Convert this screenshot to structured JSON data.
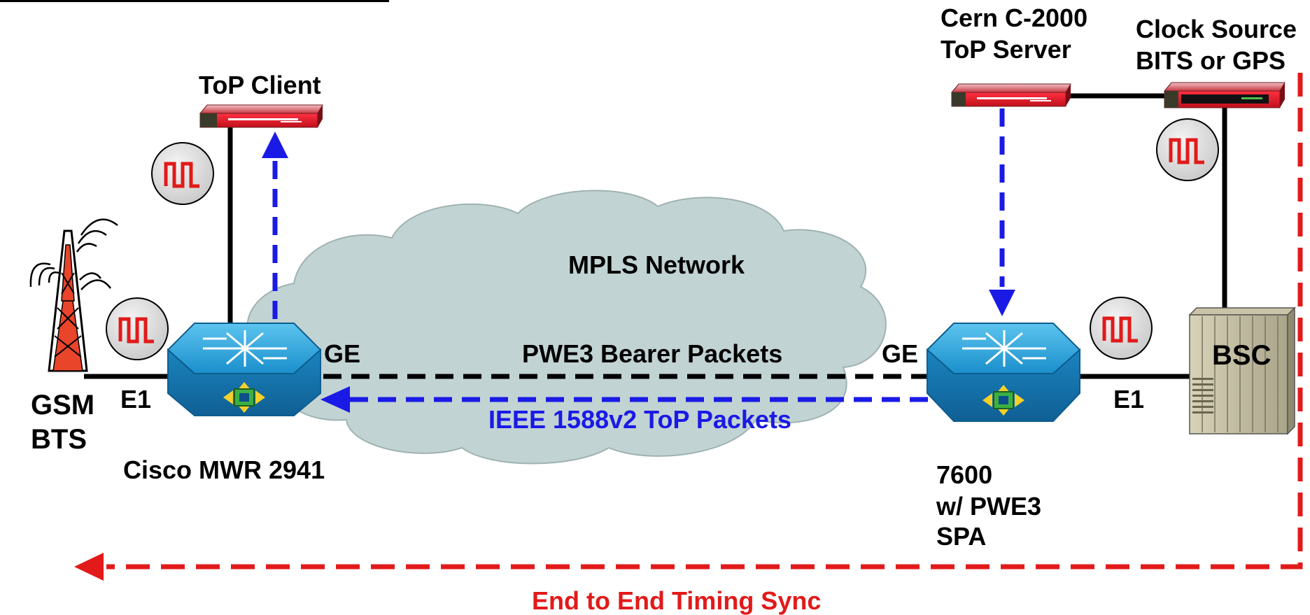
{
  "labels": {
    "top_client": "ToP Client",
    "cern_line1": "Cern C-2000",
    "cern_line2": "ToP Server",
    "clock_line1": "Clock Source",
    "clock_line2": "BITS or GPS",
    "mpls_network": "MPLS Network",
    "ge_left": "GE",
    "ge_right": "GE",
    "pwe3_bearer": "PWE3 Bearer Packets",
    "ieee_top": "IEEE 1588v2 ToP Packets",
    "e1_left": "E1",
    "e1_right": "E1",
    "gsm_line1": "GSM",
    "gsm_line2": "BTS",
    "cisco_mwr": "Cisco MWR 2941",
    "r7600_line1": "7600",
    "r7600_line2": "w/ PWE3",
    "r7600_line3": "SPA",
    "bsc": "BSC",
    "end_to_end": "End to End Timing Sync"
  },
  "colors": {
    "timing_red": "#e21a1a",
    "top_blue": "#1a1ae6",
    "cloud": "#c2d3d3",
    "router_blue": "#1e9fd8",
    "server_red": "#e0182a"
  },
  "icons": {
    "clock_signal": "square-wave-icon",
    "router": "router-icon",
    "server": "server-icon",
    "tower": "cell-tower-icon",
    "bsc": "bsc-cabinet-icon"
  }
}
